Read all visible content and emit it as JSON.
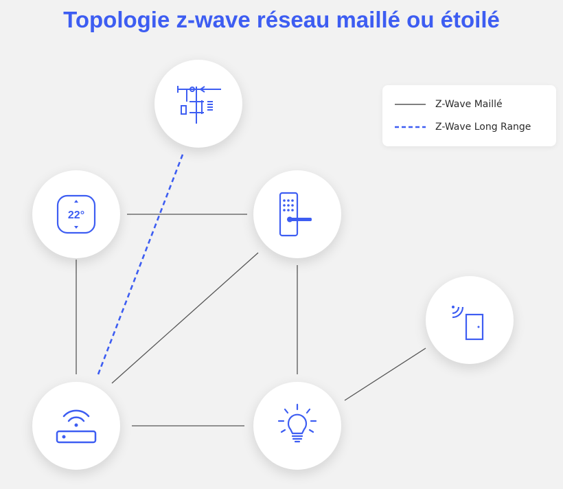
{
  "title": "Topologie z-wave réseau maillé ou étoilé",
  "colors": {
    "accent": "#3d5df2",
    "mesh_line": "#555555",
    "long_range_line": "#3d5df2",
    "background": "#f2f2f2"
  },
  "legend": {
    "mesh_label": "Z-Wave Maillé",
    "long_range_label": "Z-Wave Long Range"
  },
  "nodes": {
    "weather_station": {
      "icon": "weather-station-icon"
    },
    "thermostat": {
      "icon": "thermostat-icon",
      "reading": "22°"
    },
    "door_lock": {
      "icon": "keypad-lock-icon"
    },
    "door_sensor": {
      "icon": "door-sensor-icon"
    },
    "hub": {
      "icon": "router-hub-icon"
    },
    "light_bulb": {
      "icon": "light-bulb-icon"
    }
  }
}
